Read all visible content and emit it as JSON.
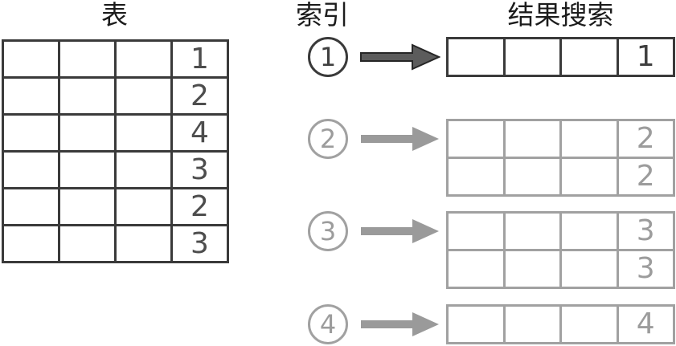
{
  "titles": {
    "table": "表",
    "index": "索引",
    "results": "结果搜索"
  },
  "main_table": {
    "columns": 4,
    "rows": [
      {
        "cells": [
          "",
          "",
          "",
          "1"
        ]
      },
      {
        "cells": [
          "",
          "",
          "",
          "2"
        ]
      },
      {
        "cells": [
          "",
          "",
          "",
          "4"
        ]
      },
      {
        "cells": [
          "",
          "",
          "",
          "3"
        ]
      },
      {
        "cells": [
          "",
          "",
          "",
          "2"
        ]
      },
      {
        "cells": [
          "",
          "",
          "",
          "3"
        ]
      }
    ]
  },
  "lookups": [
    {
      "index": "1",
      "emphasis": "dark",
      "result_rows": [
        [
          "",
          "",
          "",
          "1"
        ]
      ]
    },
    {
      "index": "2",
      "emphasis": "gray",
      "result_rows": [
        [
          "",
          "",
          "",
          "2"
        ],
        [
          "",
          "",
          "",
          "2"
        ]
      ]
    },
    {
      "index": "3",
      "emphasis": "gray",
      "result_rows": [
        [
          "",
          "",
          "",
          "3"
        ],
        [
          "",
          "",
          "",
          "3"
        ]
      ]
    },
    {
      "index": "4",
      "emphasis": "gray",
      "result_rows": [
        [
          "",
          "",
          "",
          "4"
        ]
      ]
    }
  ],
  "colors": {
    "dark_line": "#3a3a3a",
    "gray_line": "#a1a1a1",
    "table_digit": "#4d4d4d",
    "dark_text": "#3f3f3f",
    "gray_text": "#9c9c9c",
    "arrow_dark_fill": "#5c5c5c",
    "arrow_dark_stroke": "#262626",
    "arrow_gray_fill": "#9a9a9a",
    "title_text": "#1c1c1c"
  }
}
